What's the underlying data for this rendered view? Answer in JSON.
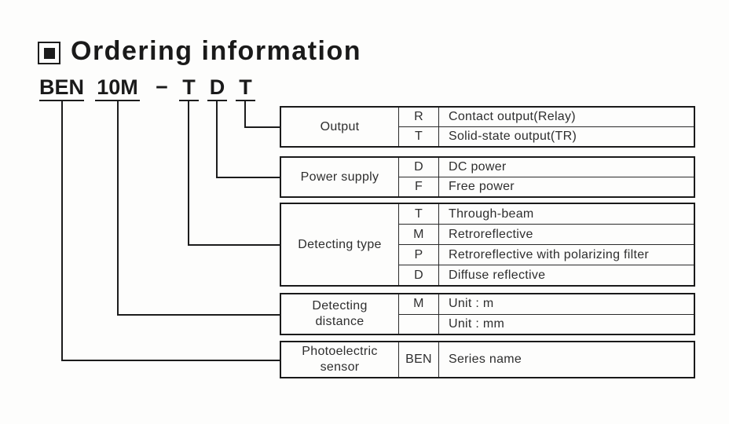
{
  "title": "Ordering information",
  "model_code": {
    "segments": [
      {
        "text": "BEN"
      },
      {
        "text": "10M"
      },
      {
        "text": "−"
      },
      {
        "text": "T"
      },
      {
        "text": "D"
      },
      {
        "text": "T"
      }
    ]
  },
  "tables": [
    {
      "label": "Output",
      "rows": [
        {
          "code": "R",
          "desc": "Contact output(Relay)"
        },
        {
          "code": "T",
          "desc": "Solid-state output(TR)"
        }
      ]
    },
    {
      "label": "Power supply",
      "rows": [
        {
          "code": "D",
          "desc": "DC power"
        },
        {
          "code": "F",
          "desc": "Free power"
        }
      ]
    },
    {
      "label": "Detecting type",
      "rows": [
        {
          "code": "T",
          "desc": "Through-beam"
        },
        {
          "code": "M",
          "desc": "Retroreflective"
        },
        {
          "code": "P",
          "desc": "Retroreflective with polarizing filter"
        },
        {
          "code": "D",
          "desc": "Diffuse reflective"
        }
      ]
    },
    {
      "label": "Detecting\ndistance",
      "rows": [
        {
          "code": "M",
          "desc": "Unit : m"
        },
        {
          "code": "",
          "desc": "Unit : mm"
        }
      ]
    },
    {
      "label": "Photoelectric\nsensor",
      "rows": [
        {
          "code": "BEN",
          "desc": "Series name"
        }
      ]
    }
  ]
}
